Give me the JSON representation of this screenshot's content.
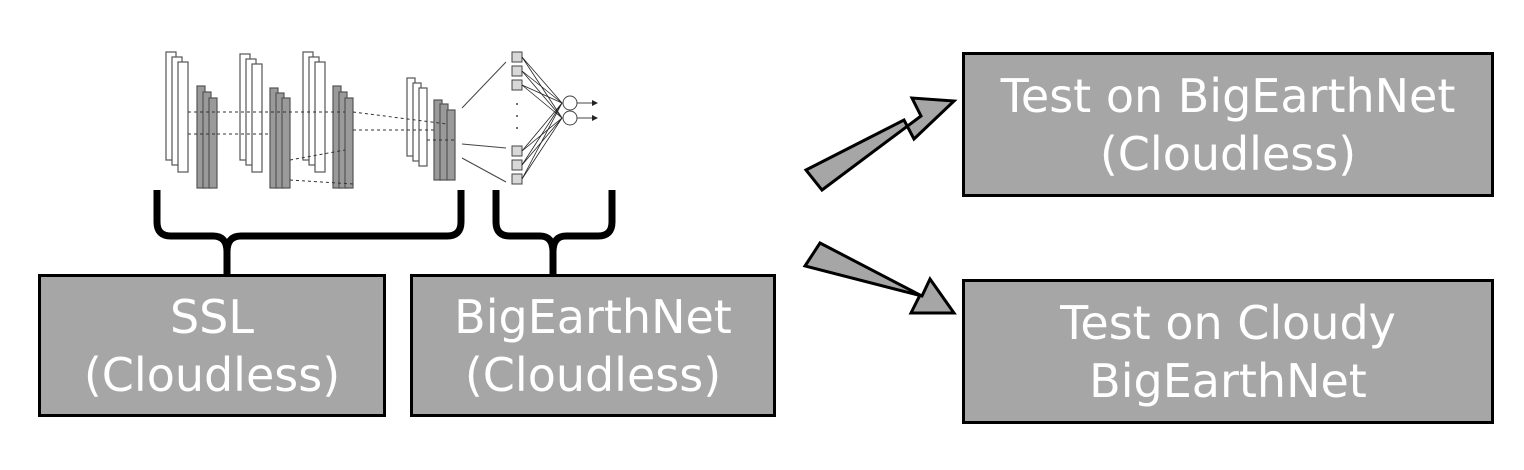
{
  "boxes": {
    "ssl": {
      "line1": "SSL",
      "line2": "(Cloudless)"
    },
    "bigearthnet": {
      "line1": "BigEarthNet",
      "line2": "(Cloudless)"
    },
    "test_cloudless": {
      "line1": "Test on BigEarthNet",
      "line2": "(Cloudless)"
    },
    "test_cloudy": {
      "line1": "Test on Cloudy",
      "line2": "BigEarthNet"
    }
  },
  "colors": {
    "box_fill": "#a6a6a6",
    "box_border": "#000000",
    "box_text": "#ffffff",
    "network_layer": "#9a9a9a",
    "network_outline": "#555555"
  },
  "icons": [
    "cnn-network-icon",
    "fully-connected-network-icon",
    "curly-brace-icon",
    "arrow-icon"
  ]
}
